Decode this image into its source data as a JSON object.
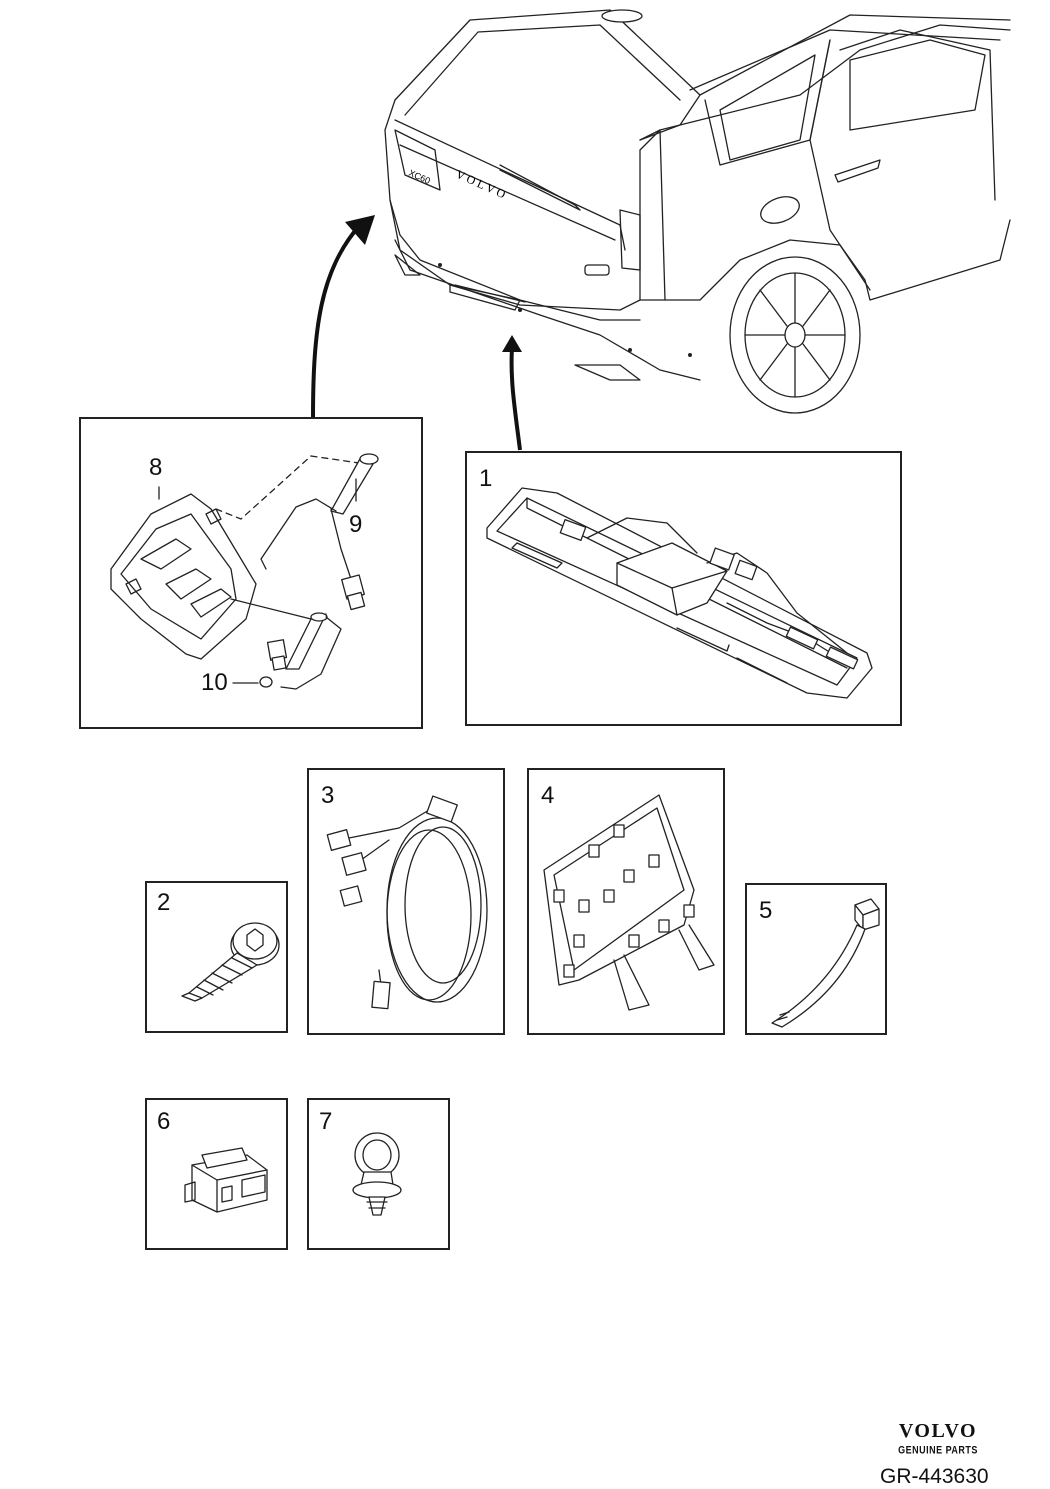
{
  "diagram": {
    "items": [
      {
        "id": "1",
        "label": "1",
        "name": "tailgate handle assembly with sensor"
      },
      {
        "id": "2",
        "label": "2",
        "name": "torx screw"
      },
      {
        "id": "3",
        "label": "3",
        "name": "wiring harness"
      },
      {
        "id": "4",
        "label": "4",
        "name": "mounting bracket"
      },
      {
        "id": "5",
        "label": "5",
        "name": "cable tie"
      },
      {
        "id": "6",
        "label": "6",
        "name": "connector housing"
      },
      {
        "id": "7",
        "label": "7",
        "name": "cable clip"
      },
      {
        "id": "8",
        "label": "8",
        "name": "sensor bracket"
      },
      {
        "id": "9",
        "label": "9",
        "name": "sensor cable"
      },
      {
        "id": "10",
        "label": "10",
        "name": "sensor"
      }
    ],
    "labels": {
      "item1": "1",
      "item2": "2",
      "item3": "3",
      "item4": "4",
      "item5": "5",
      "item6": "6",
      "item7": "7",
      "item8": "8",
      "item9": "9",
      "item10": "10"
    },
    "car_badges": {
      "model": "XC60"
    }
  },
  "brand": {
    "logo": "VOLVO",
    "tagline": "GENUINE PARTS",
    "doc_ref": "GR-443630"
  },
  "colors": {
    "line": "#222222",
    "background": "#ffffff"
  }
}
